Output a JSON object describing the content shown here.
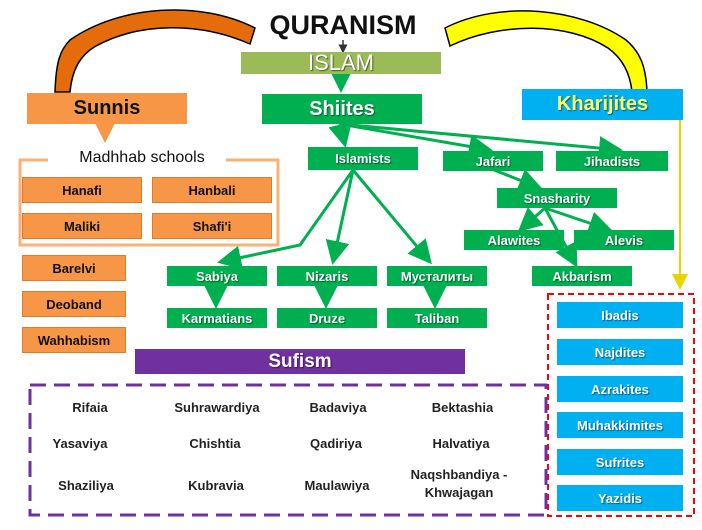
{
  "title": "QURANISM",
  "islam": "ISLAM",
  "sunnis": {
    "label": "Sunnis",
    "madhhab_label": "Madhhab schools",
    "schools": [
      "Hanafi",
      "Hanbali",
      "Maliki",
      "Shafi'i"
    ],
    "movements": [
      "Barelvi",
      "Deoband",
      "Wahhabism"
    ]
  },
  "shiites": {
    "label": "Shiites",
    "islamists": "Islamists",
    "jafari": "Jafari",
    "jihadists": "Jihadists",
    "snasharity": "Snasharity",
    "alawites": "Alawites",
    "alevis": "Alevis",
    "akbarism": "Akbarism",
    "sabiya": "Sabiya",
    "nizaris": "Nizaris",
    "mustaliti": "Мусталиты",
    "karmatians": "Karmatians",
    "druze": "Druze",
    "taliban": "Taliban"
  },
  "kharijites": {
    "label": "Kharijites",
    "groups": [
      "Ibadis",
      "Najdites",
      "Azrakites",
      "Muhakkimites",
      "Sufrites",
      "Yazidis"
    ]
  },
  "sufism": {
    "label": "Sufism",
    "orders": [
      [
        "Rifaia",
        "Suhrawardiya",
        "Badaviya",
        "Bektashia"
      ],
      [
        "Yasaviya",
        "Chishtia",
        "Qadiriya",
        "Halvatiya"
      ],
      [
        "Shaziliya",
        "Kubravia",
        "Maulawiya",
        "Naqshbandiya - Khwajagan"
      ]
    ]
  },
  "colors": {
    "sunni": "#f79646",
    "shia": "#00b050",
    "islam": "#9bbb59",
    "kharijite": "#00b0f0",
    "sufi": "#7030a0",
    "arc_left": "#e46c0a",
    "arc_right": "#ffff00"
  }
}
